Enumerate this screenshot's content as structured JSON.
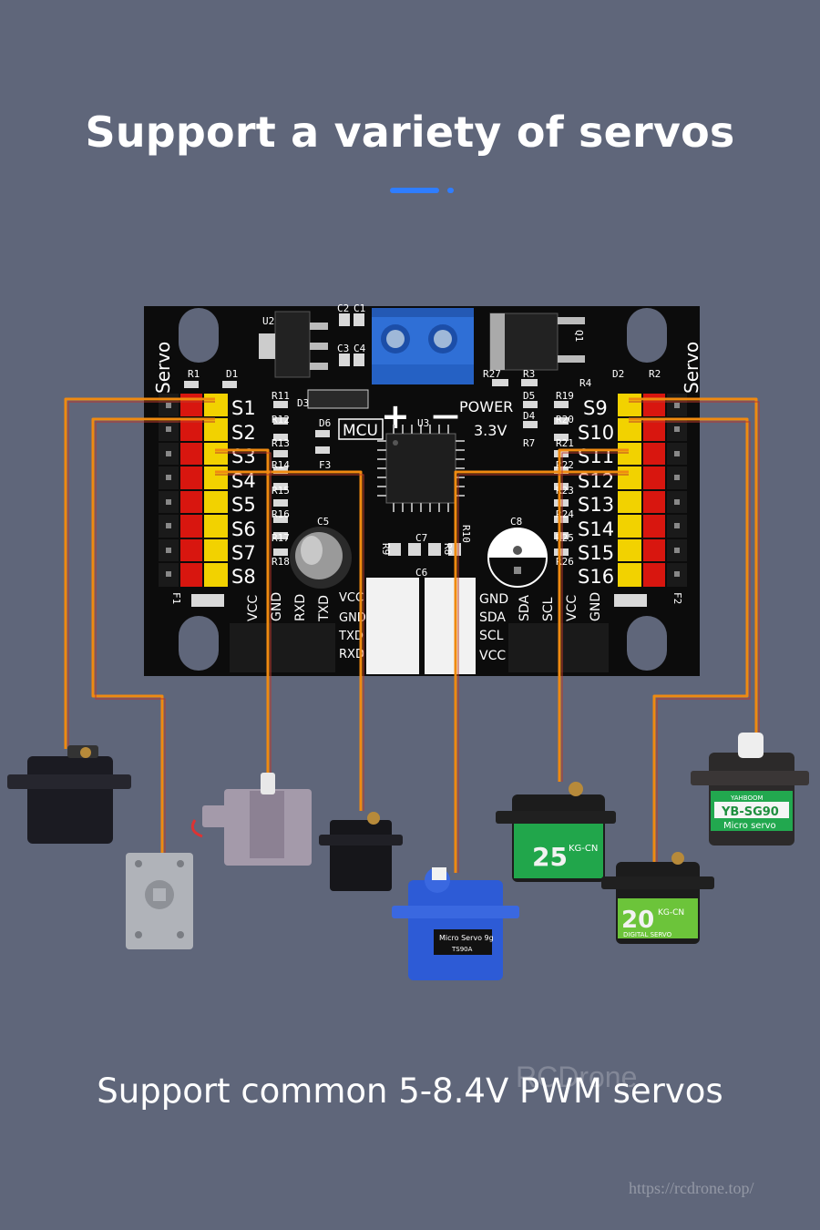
{
  "heading": "Support a variety of servos",
  "subheading": "Support common 5-8.4V PWM servos",
  "watermark": {
    "brand": "RCDrone",
    "url": "https://rcdrone.top/"
  },
  "colors": {
    "background": "#5f667a",
    "accent": "#2f7dff",
    "wire": "#f08a10",
    "pcb": "#0c0c0c",
    "pin_signal": "#f2d200",
    "pin_power": "#d8160f",
    "terminal_block": "#2f6fd6"
  },
  "board": {
    "side_label_left": "Servo",
    "side_label_right": "Servo",
    "channels_left": [
      "S1",
      "S2",
      "S3",
      "S4",
      "S5",
      "S6",
      "S7",
      "S8"
    ],
    "channels_right": [
      "S9",
      "S10",
      "S11",
      "S12",
      "S13",
      "S14",
      "S15",
      "S16"
    ],
    "mcu_label": "MCU",
    "power_label": "POWER",
    "voltage_label": "3.3V",
    "plus_sign": "+",
    "minus_sign": "—",
    "uart_pins": [
      "VCC",
      "GND",
      "RXD",
      "TXD"
    ],
    "uart_pins_secondary": [
      "VCC",
      "GND",
      "TXD",
      "RXD"
    ],
    "i2c_pins_vertical": [
      "GND",
      "SDA",
      "SCL",
      "VCC"
    ],
    "i2c_pins_horizontal": [
      "SDA",
      "SCL",
      "VCC",
      "GND"
    ],
    "components": [
      "U2",
      "U3",
      "D1",
      "D2",
      "D3",
      "D4",
      "D5",
      "D6",
      "R1",
      "R2",
      "R3",
      "R4",
      "R7",
      "R8",
      "R9",
      "R10",
      "R11",
      "R12",
      "R13",
      "R14",
      "R15",
      "R16",
      "R17",
      "R18",
      "R19",
      "R20",
      "R21",
      "R22",
      "R23",
      "R24",
      "R25",
      "R26",
      "R27",
      "C1",
      "C2",
      "C3",
      "C4",
      "C5",
      "C6",
      "C7",
      "C8",
      "Q1",
      "F1",
      "F2",
      "F3"
    ]
  },
  "servo_labels": {
    "yb_brand": "YAHBOOM",
    "yb_model": "YB-SG90",
    "yb_desc": "Micro servo",
    "green25_num": "25",
    "green25_model": "KG-CN",
    "green20_num": "20",
    "green20_model": "KG-CN",
    "green20_desc": "DIGITAL SERVO",
    "blue_model": "Micro Servo 9g",
    "blue_sub": "TS90A"
  }
}
